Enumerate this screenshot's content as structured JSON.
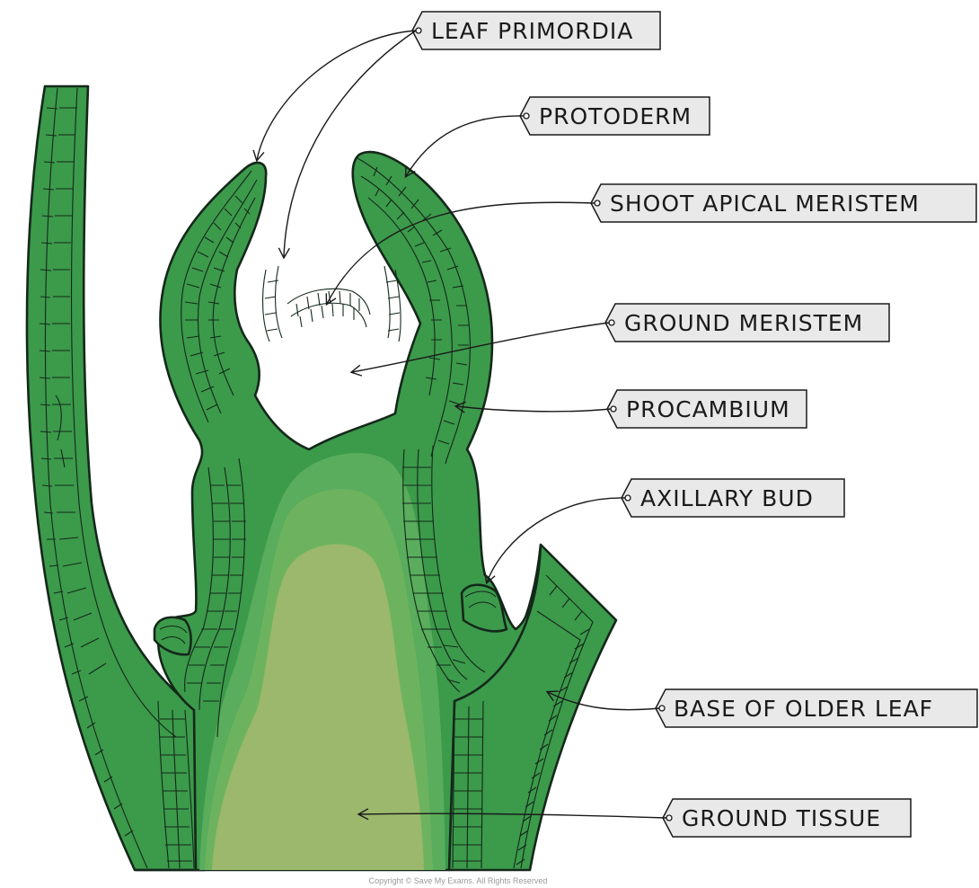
{
  "colors": {
    "tissue_dark": "#3c9a4b",
    "tissue_mid": "#4fa85a",
    "core_outer": "#6db35f",
    "core_inner": "#9bb86c",
    "outline": "#14281a",
    "tag_fill": "#e9e9e9"
  },
  "labels": {
    "leaf_primordia": "LEAF PRIMORDIA",
    "protoderm": "PROTODERM",
    "shoot_apical_meristem": "SHOOT APICAL MERISTEM",
    "ground_meristem": "GROUND MERISTEM",
    "procambium": "PROCAMBIUM",
    "axillary_bud": "AXILLARY BUD",
    "base_of_older_leaf": "BASE OF OLDER LEAF",
    "ground_tissue": "GROUND TISSUE"
  },
  "copyright": "Copyright © Save My Exams. All Rights Reserved"
}
